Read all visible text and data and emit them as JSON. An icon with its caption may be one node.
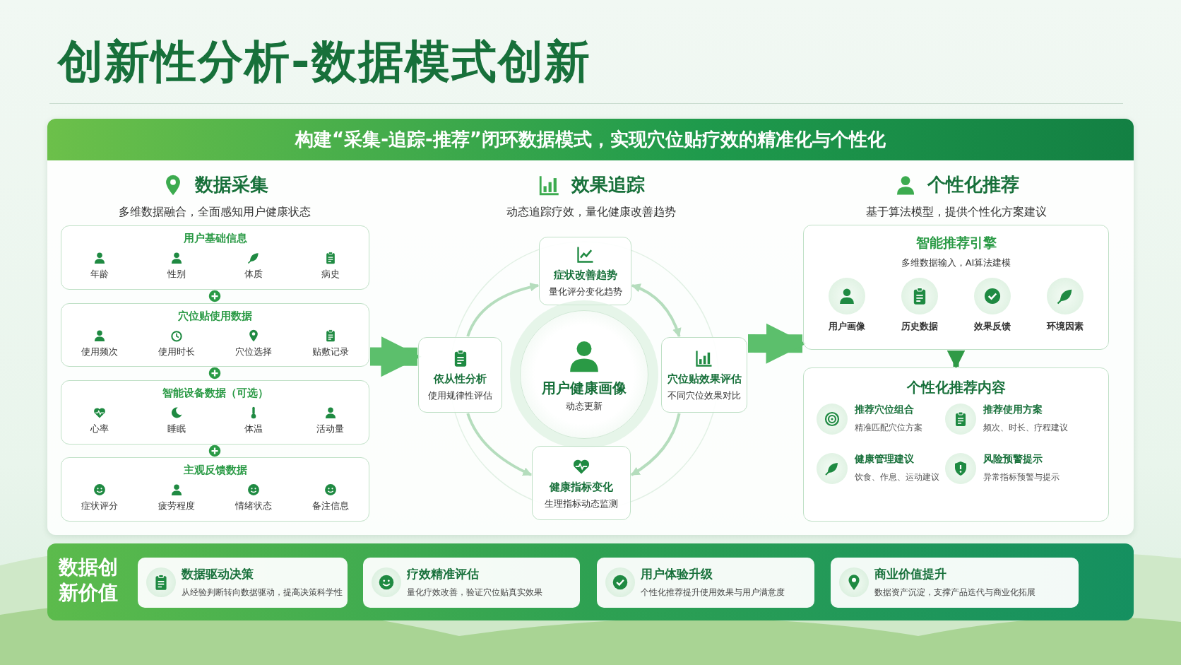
{
  "diagram": {
    "title": "创新性分析-数据模式创新",
    "nodes": [
      {
        "text": [
          "构建“采集-追踪-推荐”闭环数据模式，实现穴位贴疗效的精准化与个性化"
        ]
      },
      {
        "text": [
          "用户基础信息",
          "年龄",
          "性别",
          "体质",
          "病史"
        ]
      },
      {
        "text": [
          "穴位贴使用数据",
          "使用频次",
          "使用时长",
          "穴位选择",
          "贴敷记录"
        ]
      },
      {
        "text": [
          "智能设备数据（可选）",
          "心率",
          "睡眠",
          "体温",
          "活动量"
        ]
      },
      {
        "text": [
          "主观反馈数据",
          "症状评分",
          "疲劳程度",
          "情绪状态",
          "备注信息"
        ]
      },
      {
        "text": [
          "症状改善趋势",
          "量化评分变化趋势"
        ]
      },
      {
        "text": [
          "依从性分析",
          "使用规律性评估"
        ]
      },
      {
        "text": [
          "用户健康画像",
          "动态更新"
        ]
      },
      {
        "text": [
          "穴位贴效果评估",
          "不同穴位效果对比"
        ]
      },
      {
        "text": [
          "健康指标变化",
          "生理指标动态监测"
        ]
      },
      {
        "text": [
          "智能推荐引擎",
          "多维数据输入，AI算法建模",
          "用户画像",
          "历史数据",
          "效果反馈",
          "环境因素"
        ]
      },
      {
        "text": [
          "个性化推荐内容",
          "推荐穴位组合",
          "精准匹配穴位方案",
          "推荐使用方案",
          "频次、时长、疗程建议",
          "健康管理建议",
          "饮食、作息、运动建议",
          "风险预警提示",
          "异常指标预警与提示"
        ]
      },
      {
        "text": [
          "数据创新价值"
        ]
      },
      {
        "text": [
          "数据驱动决策",
          "从经验判断转向数据驱动，提高决策科学性"
        ],
        "in": 12
      },
      {
        "text": [
          "疗效精准评估",
          "量化疗效改善，验证穴位贴真实效果"
        ],
        "in": 12
      },
      {
        "text": [
          "用户体验升级",
          "个性化推荐提升使用效果与用户满意度"
        ],
        "in": 12
      },
      {
        "text": [
          "商业价值提升",
          "数据资产沉淀，支撑产品迭代与商业化拓展"
        ],
        "in": 12
      }
    ],
    "edges": [
      {
        "from": 2,
        "to": 6,
        "arrow": "to",
        "style": "thick",
        "color": "#5cbf6c"
      },
      {
        "from": 6,
        "to": 5,
        "arrow": "to"
      },
      {
        "from": 5,
        "to": 8,
        "arrow": "both"
      },
      {
        "from": 8,
        "to": 9,
        "arrow": "to"
      },
      {
        "from": 6,
        "to": 9,
        "arrow": "to"
      },
      {
        "from": 8,
        "to": 10,
        "arrow": "to",
        "style": "thick",
        "color": "#5cbf6c"
      },
      {
        "from": 10,
        "to": 11,
        "arrow": "to",
        "style": "thick",
        "color": "#2f9a46"
      }
    ],
    "labels": [
      "数据采集",
      "多维数据融合，全面感知用户健康状态",
      "效果追踪",
      "动态追踪疗效，量化健康改善趋势",
      "个性化推荐",
      "基于算法模型，提供个性化方案建议"
    ]
  }
}
